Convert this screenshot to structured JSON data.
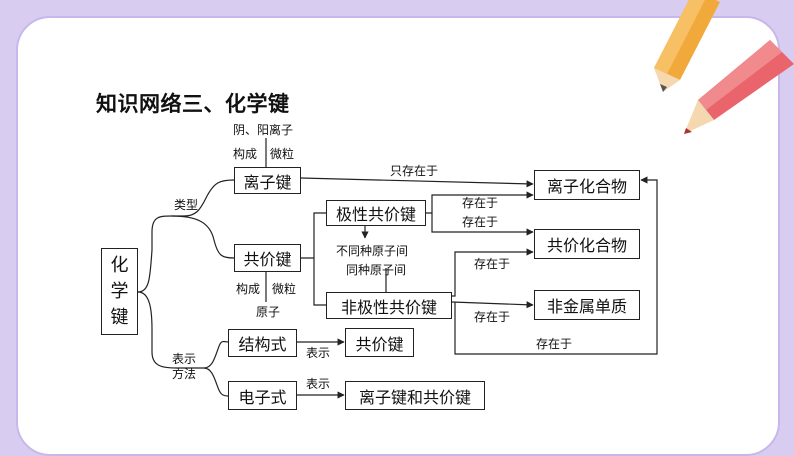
{
  "title": "知识网络三、化学键",
  "nodes": {
    "root": [
      "化",
      "学",
      "键"
    ],
    "ionic_bond": "离子键",
    "covalent_bond": "共价键",
    "polar": "极性共价键",
    "nonpolar": "非极性共价键",
    "ionic_compound": "离子化合物",
    "covalent_compound": "共价化合物",
    "nonmetal_element": "非金属单质",
    "structural_formula": "结构式",
    "electron_formula": "电子式",
    "repr_covalent": "共价键",
    "repr_ionic_covalent": "离子键和共价键"
  },
  "labels": {
    "type": "类型",
    "representation": "表示\n方法",
    "ions": "阴、阳离子",
    "ionic_compose": "构成",
    "ionic_particle": "微粒",
    "only_exists": "只存在于",
    "exists_1": "存在于",
    "exists_2": "存在于",
    "exists_3": "存在于",
    "exists_4": "存在于",
    "exists_5": "存在于",
    "diff_atoms": "不同种原子间",
    "same_atoms": "同种原子间",
    "cov_compose": "构成",
    "cov_particle": "微粒",
    "atoms": "原子",
    "represents_1": "表示",
    "represents_2": "表示"
  },
  "colors": {
    "background": "#d9ccf1",
    "card": "#ffffff",
    "pencil_orange": "#f2a93b",
    "pencil_red": "#e9656b"
  }
}
